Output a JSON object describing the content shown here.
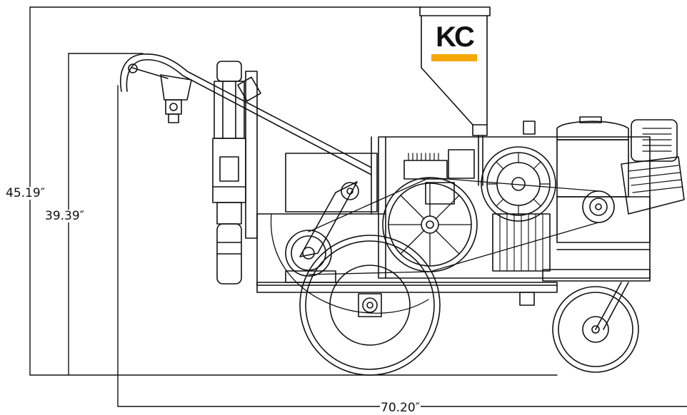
{
  "dimensions": {
    "height_overall": "45.19″",
    "height_handle": "39.39″",
    "length_overall": "70.20″"
  },
  "logo": {
    "text": "KC",
    "accent_color": "#f5a800"
  },
  "colors": {
    "line": "#111111",
    "background": "#ffffff"
  }
}
